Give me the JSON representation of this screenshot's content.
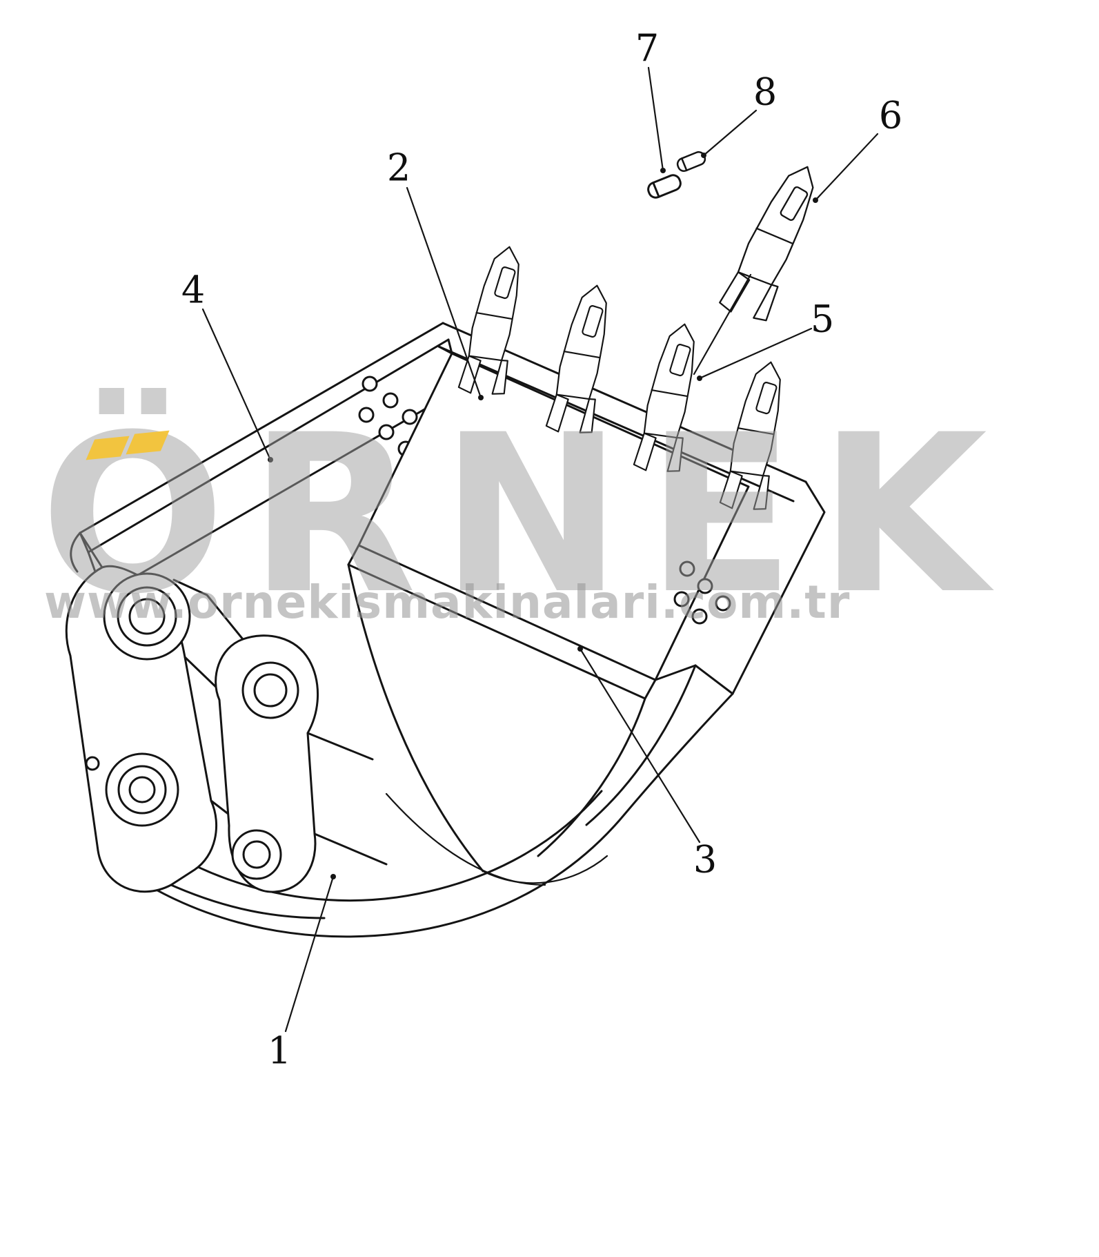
{
  "canvas": {
    "background": "#FFFFFF",
    "line_color": "#141414"
  },
  "diagram": {
    "callouts": [
      {
        "label": "1"
      },
      {
        "label": "2"
      },
      {
        "label": "3"
      },
      {
        "label": "4"
      },
      {
        "label": "5"
      },
      {
        "label": "6"
      },
      {
        "label": "7"
      },
      {
        "label": "8"
      }
    ]
  },
  "watermark": {
    "brand": "ÖRNEK",
    "url": "www.ornekismakinalari.com.tr",
    "text_color": "#C6C6C6",
    "accent_color": "#F3C337"
  }
}
